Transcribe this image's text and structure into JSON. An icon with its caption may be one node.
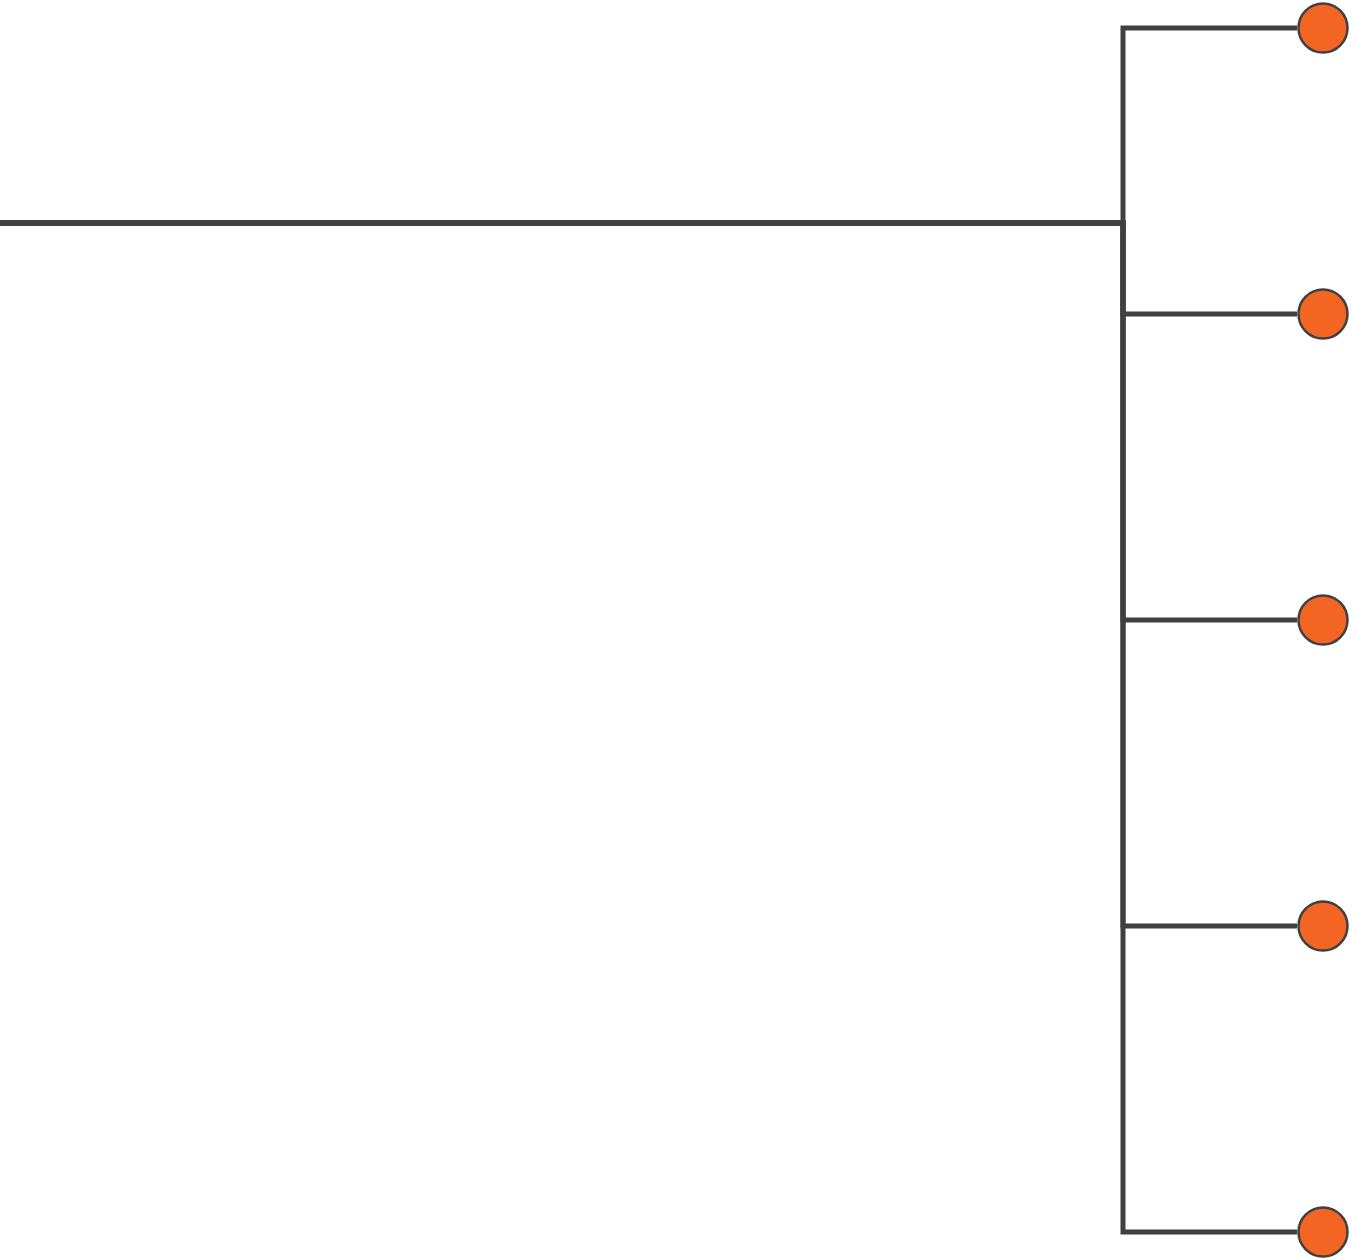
{
  "diagram": {
    "nodes": [
      {
        "text": [],
        "shape": "circle"
      },
      {
        "text": [],
        "shape": "circle"
      },
      {
        "text": [],
        "shape": "circle"
      },
      {
        "text": [],
        "shape": "circle"
      },
      {
        "text": [],
        "shape": "circle"
      }
    ],
    "edges": [
      {
        "from": null,
        "to": 0,
        "arrow": "none"
      },
      {
        "from": null,
        "to": 1,
        "arrow": "none"
      },
      {
        "from": null,
        "to": 2,
        "arrow": "none"
      },
      {
        "from": null,
        "to": 3,
        "arrow": "none"
      },
      {
        "from": null,
        "to": 4,
        "arrow": "none"
      }
    ]
  }
}
